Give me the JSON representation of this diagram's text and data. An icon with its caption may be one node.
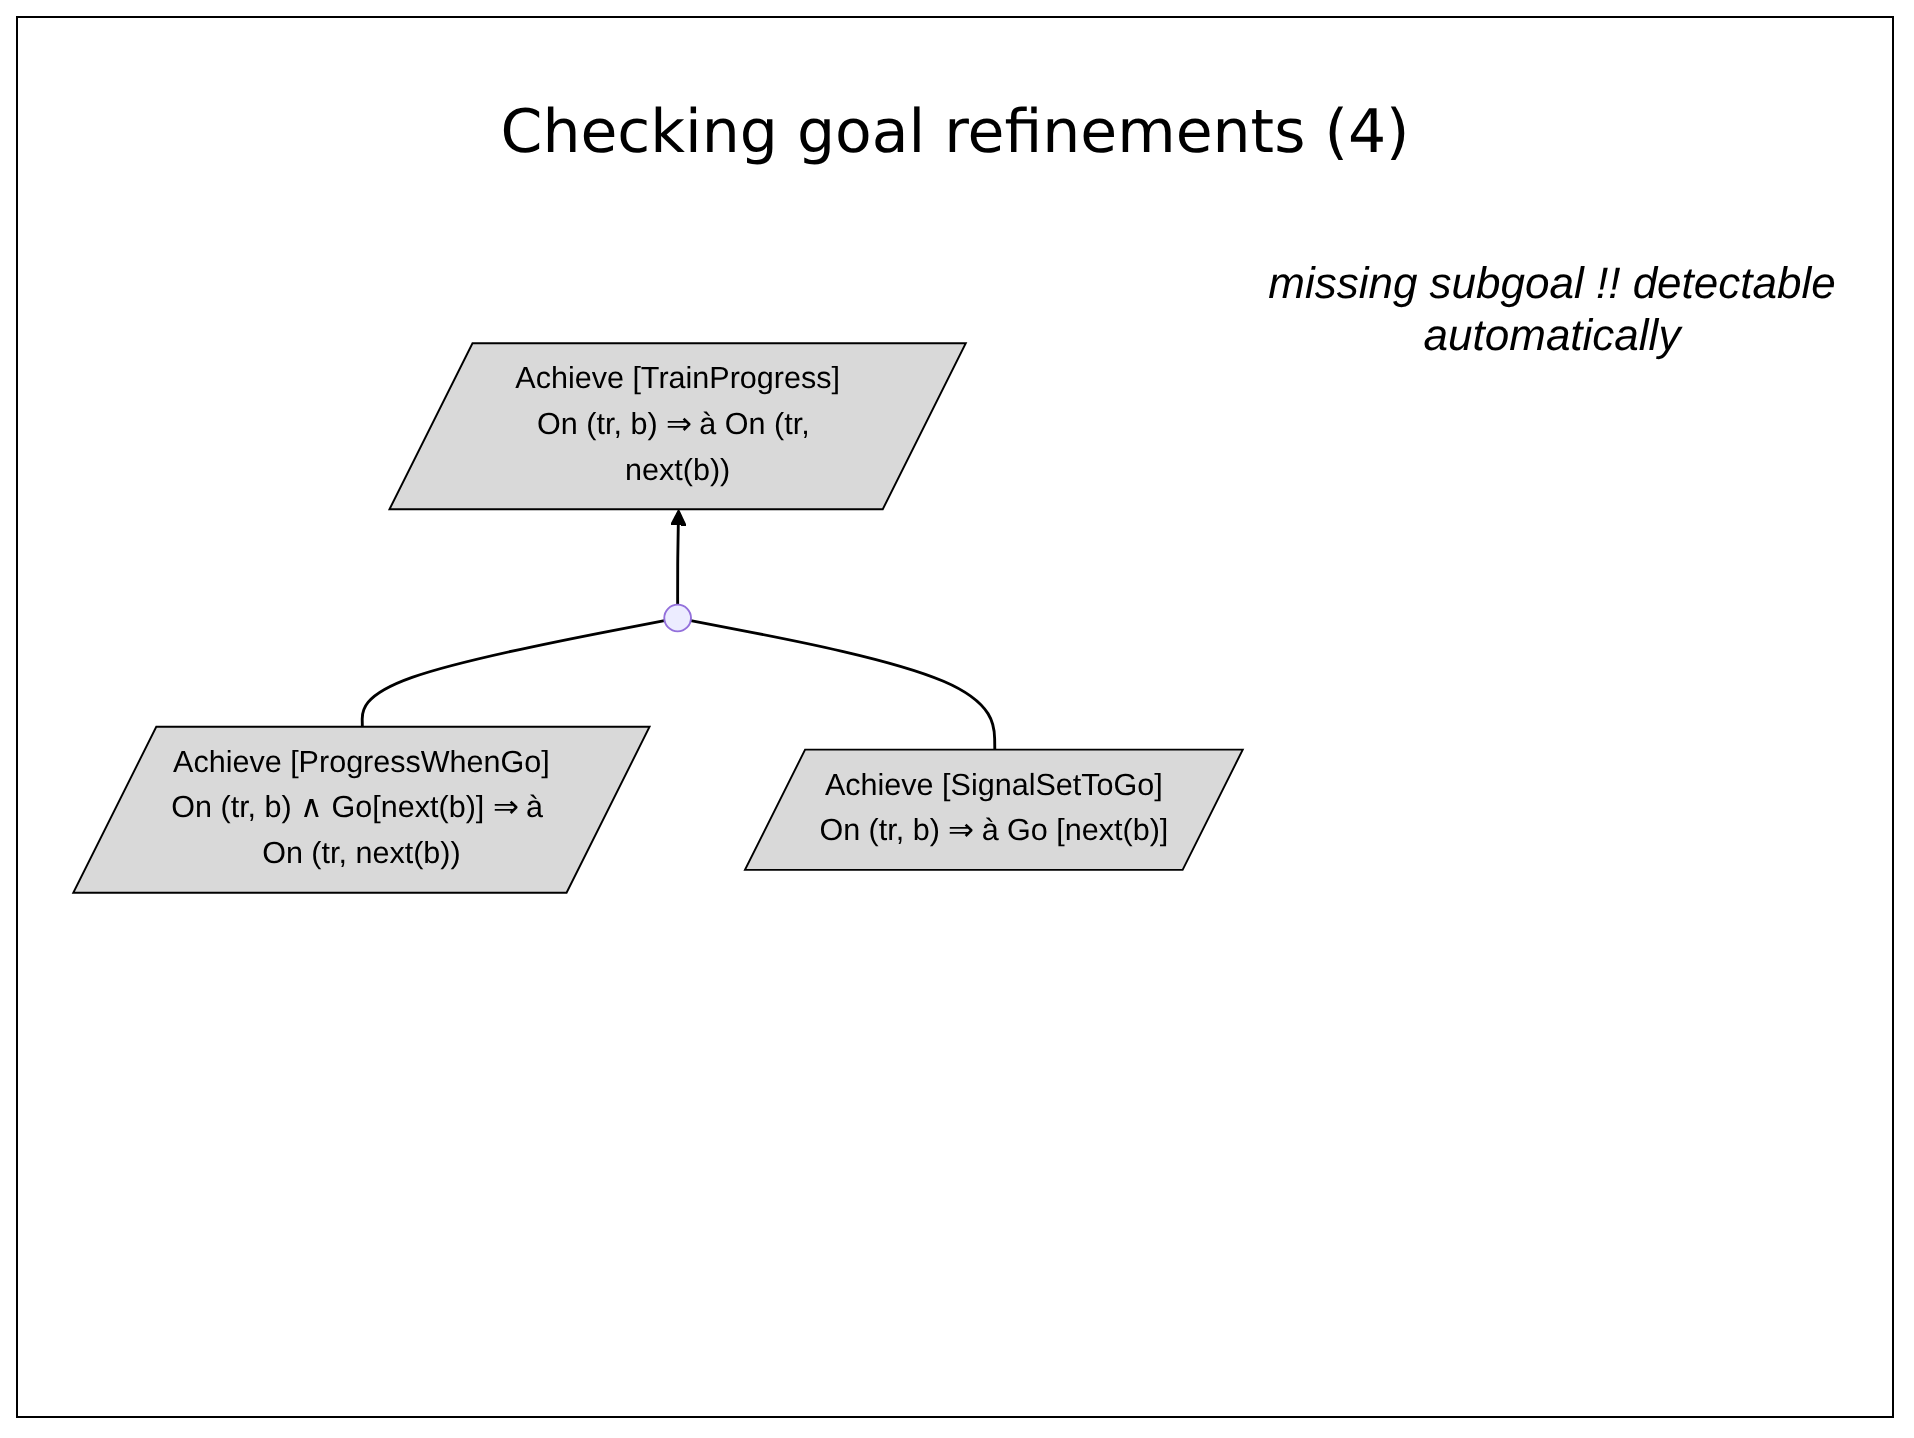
{
  "diagram": {
    "title": "Checking goal refinements (4)",
    "nodes": [
      {
        "text": [
          "Achieve [TrainProgress]",
          "On (tr, b) ⇒ à On (tr, next(b))"
        ]
      },
      {
        "text": [],
        "shape": "circle"
      },
      {
        "text": [
          "Achieve [ProgressWhenGo]",
          "On (tr, b) ∧ Go[next(b)] ⇒ à On (tr, next(b))"
        ]
      },
      {
        "text": [
          "Achieve [SignalSetToGo]",
          "On (tr, b) ⇒ à Go [next(b)]"
        ]
      }
    ],
    "edges": [
      {
        "from": 1,
        "to": 0,
        "arrow": "to"
      },
      {
        "from": 2,
        "to": 1,
        "arrow": "none"
      },
      {
        "from": 3,
        "to": 1,
        "arrow": "none"
      }
    ],
    "labels": [
      "missing subgoal !! detectable automatically"
    ]
  }
}
